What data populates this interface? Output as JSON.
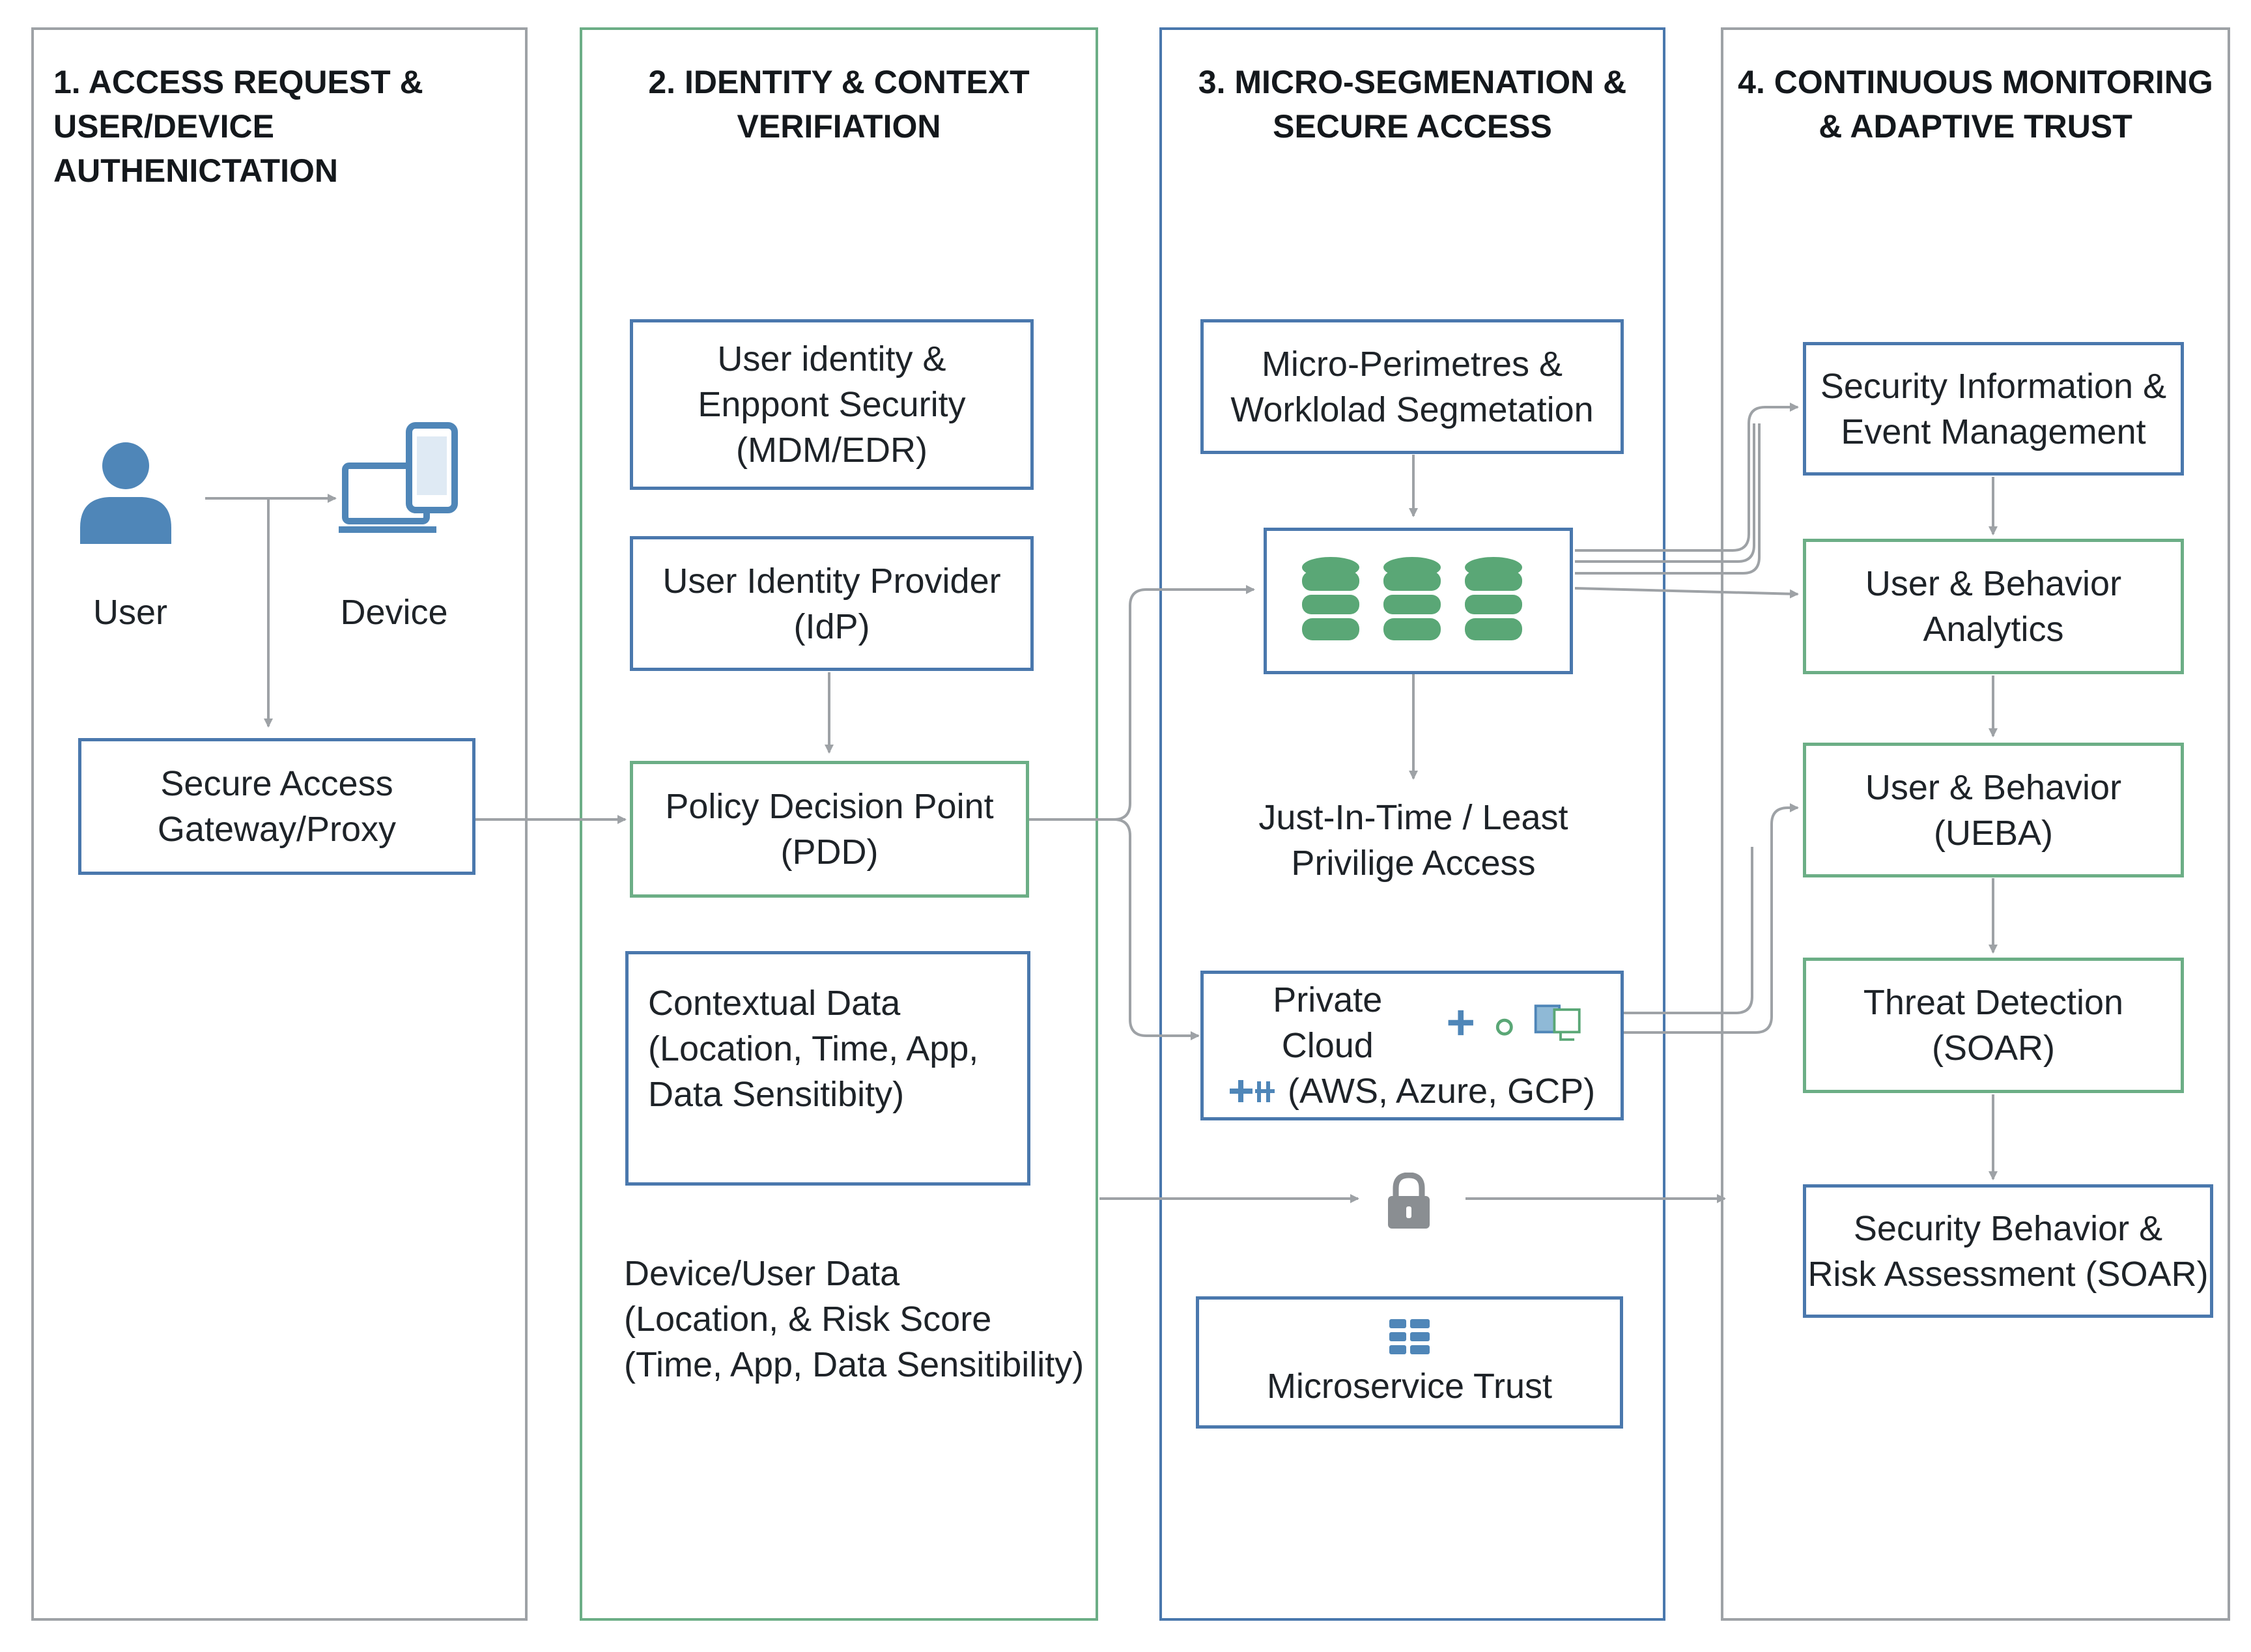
{
  "columns": [
    {
      "title": "1. ACCESS REQUEST &\nUSER/DEVICE AUTHENICTATION"
    },
    {
      "title": "2. IDENTITY & CONTEXT\nVERIFIATION"
    },
    {
      "title": "3. MICRO-SEGMENATION &\nSECURE ACCESS"
    },
    {
      "title": "4. CONTINUOUS MONITORING\n& ADAPTIVE TRUST"
    }
  ],
  "col1": {
    "user_label": "User",
    "device_label": "Device",
    "gateway": "Secure Access\nGateway/Proxy"
  },
  "col2": {
    "endpoint_security": "User identity &\nEnppont Security\n(MDM/EDR)",
    "idp": "User Identity Provider\n(IdP)",
    "pdp": "Policy Decision Point\n(PDD)",
    "contextual_data": "Contextual Data\n(Location, Time, App,\nData Sensitibity)",
    "device_user_data": "Device/User Data\n(Location, & Risk Score\n(Time, App, Data Sensitibility)"
  },
  "col3": {
    "micro_perimetres": "Micro-Perimetres &\nWorklolad Segmetation",
    "jit_access": "Just-In-Time / Least\nPrivilige Access",
    "private_cloud_line1": "Private Cloud",
    "private_cloud_line2": "(AWS, Azure, GCP)",
    "microservice_trust": "Microservice Trust"
  },
  "col4": {
    "siem": "Security Information &\nEvent Management",
    "uba": "User & Behavior\nAnalytics",
    "ueba": "User & Behavior\n(UEBA)",
    "threat_detection": "Threat Detection\n(SOAR)",
    "risk_assessment": "Security Behavior &\nRisk Assessment (SOAR)"
  },
  "colors": {
    "blue": "#4a78ad",
    "green": "#6cae86",
    "db_green": "#5aa776",
    "gray_arrow": "#9ea2a6",
    "user_icon": "#4f86b8"
  },
  "icons": [
    "user-icon",
    "device-icon",
    "database-icon",
    "lock-icon",
    "microservice-icon",
    "cloud-provider-icon"
  ]
}
